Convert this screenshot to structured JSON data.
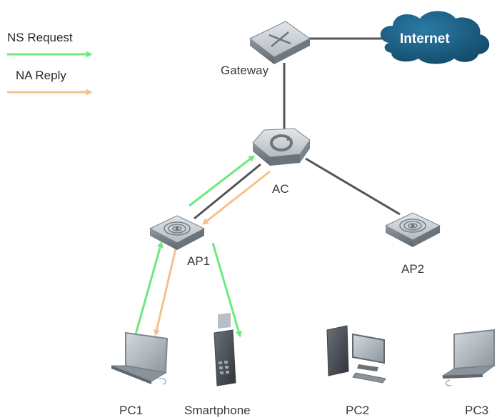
{
  "legend": {
    "ns_request": {
      "label": "NS Request",
      "color": "#6ee87f"
    },
    "na_reply": {
      "label": "NA Reply",
      "color": "#f5c08c"
    }
  },
  "internet": {
    "label": "Internet",
    "color": "#1c5d80",
    "icon": "cloud-icon"
  },
  "nodes": {
    "gateway": {
      "label": "Gateway",
      "icon": "router-icon"
    },
    "ac": {
      "label": "AC",
      "icon": "access-controller-icon"
    },
    "ap1": {
      "label": "AP1",
      "icon": "access-point-icon"
    },
    "ap2": {
      "label": "AP2",
      "icon": "access-point-icon"
    },
    "pc1": {
      "label": "PC1",
      "icon": "laptop-icon"
    },
    "smartphone": {
      "label": "Smartphone",
      "icon": "phone-icon"
    },
    "pc2": {
      "label": "PC2",
      "icon": "desktop-icon"
    },
    "pc3": {
      "label": "PC3",
      "icon": "laptop-icon"
    }
  },
  "colors": {
    "link": "#555555"
  }
}
